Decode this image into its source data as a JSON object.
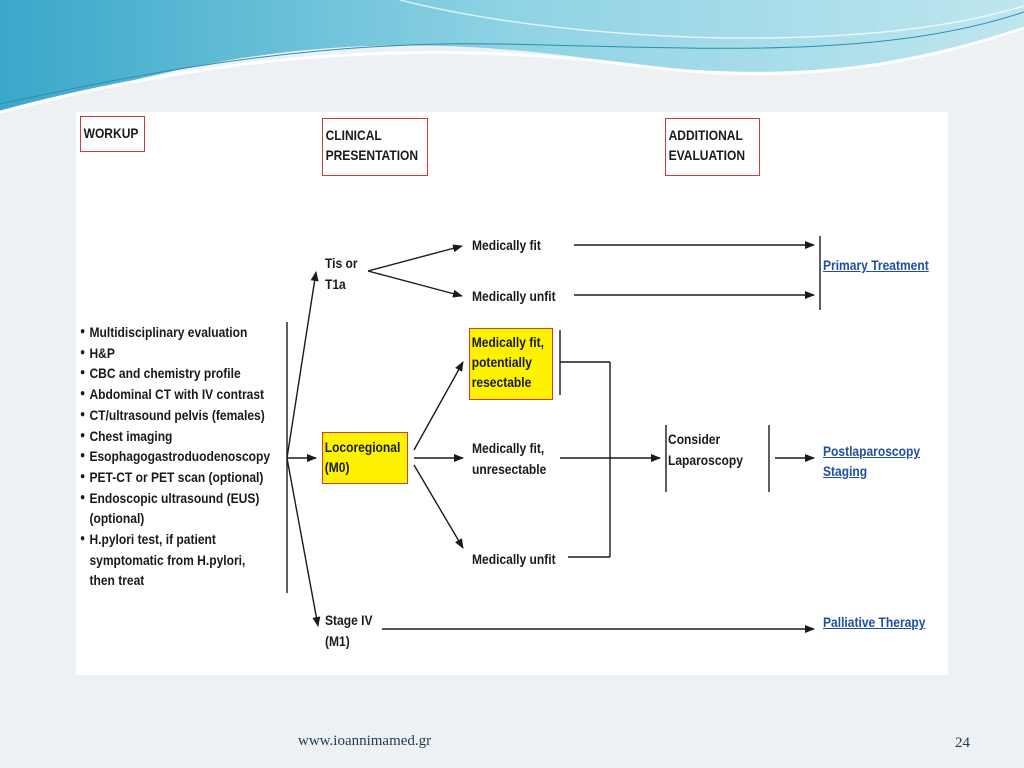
{
  "headers": {
    "workup": "WORKUP",
    "clinical": [
      "CLINICAL",
      "PRESENTATION"
    ],
    "additional": [
      "ADDITIONAL",
      "EVALUATION"
    ]
  },
  "workup_items": [
    "Multidisciplinary evaluation",
    "H&P",
    "CBC and chemistry profile",
    "Abdominal CT with IV contrast",
    "CT/ultrasound pelvis (females)",
    "Chest imaging",
    "Esophagogastroduodenoscopy",
    "PET-CT or PET scan   (optional)",
    "Endoscopic ultrasound (EUS)",
    "(optional)",
    "H.pylori test, if patient",
    "symptomatic from H.pylori,",
    "then treat"
  ],
  "presentations": {
    "tis": [
      "Tis or",
      "T1a"
    ],
    "locoregional": [
      "Locoregional",
      "(M0)"
    ],
    "stage4": [
      "Stage IV",
      "(M1)"
    ]
  },
  "fitness": {
    "fit": "Medically fit",
    "unfit": "Medically unfit",
    "fit_resectable": [
      "Medically fit,",
      "potentially",
      "resectable"
    ],
    "fit_unresectable": [
      "Medically fit,",
      "unresectable"
    ],
    "unfit2": "Medically unfit"
  },
  "evaluation": [
    "Consider",
    "Laparoscopy"
  ],
  "outcomes": {
    "primary": "Primary Treatment",
    "postlap": [
      "Postlaparoscopy",
      "Staging"
    ],
    "palliative": "Palliative Therapy"
  },
  "footer": {
    "url": "www.ioannimamed.gr",
    "page": "24"
  },
  "colors": {
    "accent_red": "#d13a3a",
    "highlight_yellow": "#fff200",
    "link_blue": "#1f4e9c",
    "wave_teal": "#6fc8dc"
  }
}
